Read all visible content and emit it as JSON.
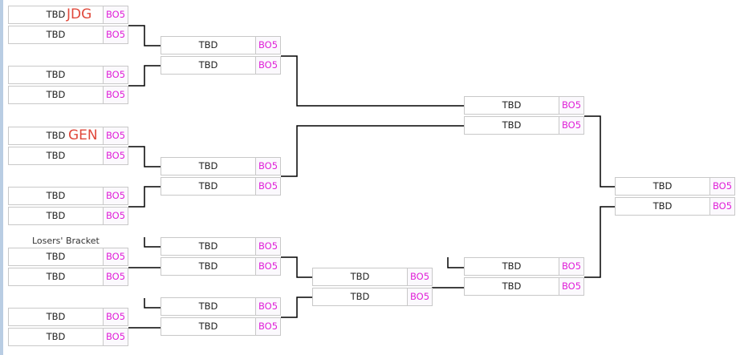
{
  "section_label": "Losers' Bracket",
  "colors": {
    "score": "#e020d8",
    "tag": "#e0483b",
    "line": "#000000",
    "border": "#c8c8c8"
  },
  "matches": [
    {
      "id": "m1",
      "teams": [
        {
          "name": "TBD",
          "score": "BO5",
          "tag": "JDG"
        },
        {
          "name": "TBD",
          "score": "BO5"
        }
      ]
    },
    {
      "id": "m2",
      "teams": [
        {
          "name": "TBD",
          "score": "BO5"
        },
        {
          "name": "TBD",
          "score": "BO5"
        }
      ]
    },
    {
      "id": "m3",
      "teams": [
        {
          "name": "TBD",
          "score": "BO5",
          "tag": "GEN"
        },
        {
          "name": "TBD",
          "score": "BO5"
        }
      ]
    },
    {
      "id": "m4",
      "teams": [
        {
          "name": "TBD",
          "score": "BO5"
        },
        {
          "name": "TBD",
          "score": "BO5"
        }
      ]
    },
    {
      "id": "m5",
      "teams": [
        {
          "name": "TBD",
          "score": "BO5"
        },
        {
          "name": "TBD",
          "score": "BO5"
        }
      ]
    },
    {
      "id": "m6",
      "teams": [
        {
          "name": "TBD",
          "score": "BO5"
        },
        {
          "name": "TBD",
          "score": "BO5"
        }
      ]
    },
    {
      "id": "m7",
      "teams": [
        {
          "name": "TBD",
          "score": "BO5"
        },
        {
          "name": "TBD",
          "score": "BO5"
        }
      ]
    },
    {
      "id": "m8",
      "teams": [
        {
          "name": "TBD",
          "score": "BO5"
        },
        {
          "name": "TBD",
          "score": "BO5"
        }
      ]
    },
    {
      "id": "m9",
      "teams": [
        {
          "name": "TBD",
          "score": "BO5"
        },
        {
          "name": "TBD",
          "score": "BO5"
        }
      ]
    },
    {
      "id": "m10",
      "teams": [
        {
          "name": "TBD",
          "score": "BO5"
        },
        {
          "name": "TBD",
          "score": "BO5"
        }
      ]
    },
    {
      "id": "m11",
      "teams": [
        {
          "name": "TBD",
          "score": "BO5"
        },
        {
          "name": "TBD",
          "score": "BO5"
        }
      ]
    },
    {
      "id": "m12",
      "teams": [
        {
          "name": "TBD",
          "score": "BO5"
        },
        {
          "name": "TBD",
          "score": "BO5"
        }
      ]
    },
    {
      "id": "m13",
      "teams": [
        {
          "name": "TBD",
          "score": "BO5"
        },
        {
          "name": "TBD",
          "score": "BO5"
        }
      ]
    }
  ]
}
